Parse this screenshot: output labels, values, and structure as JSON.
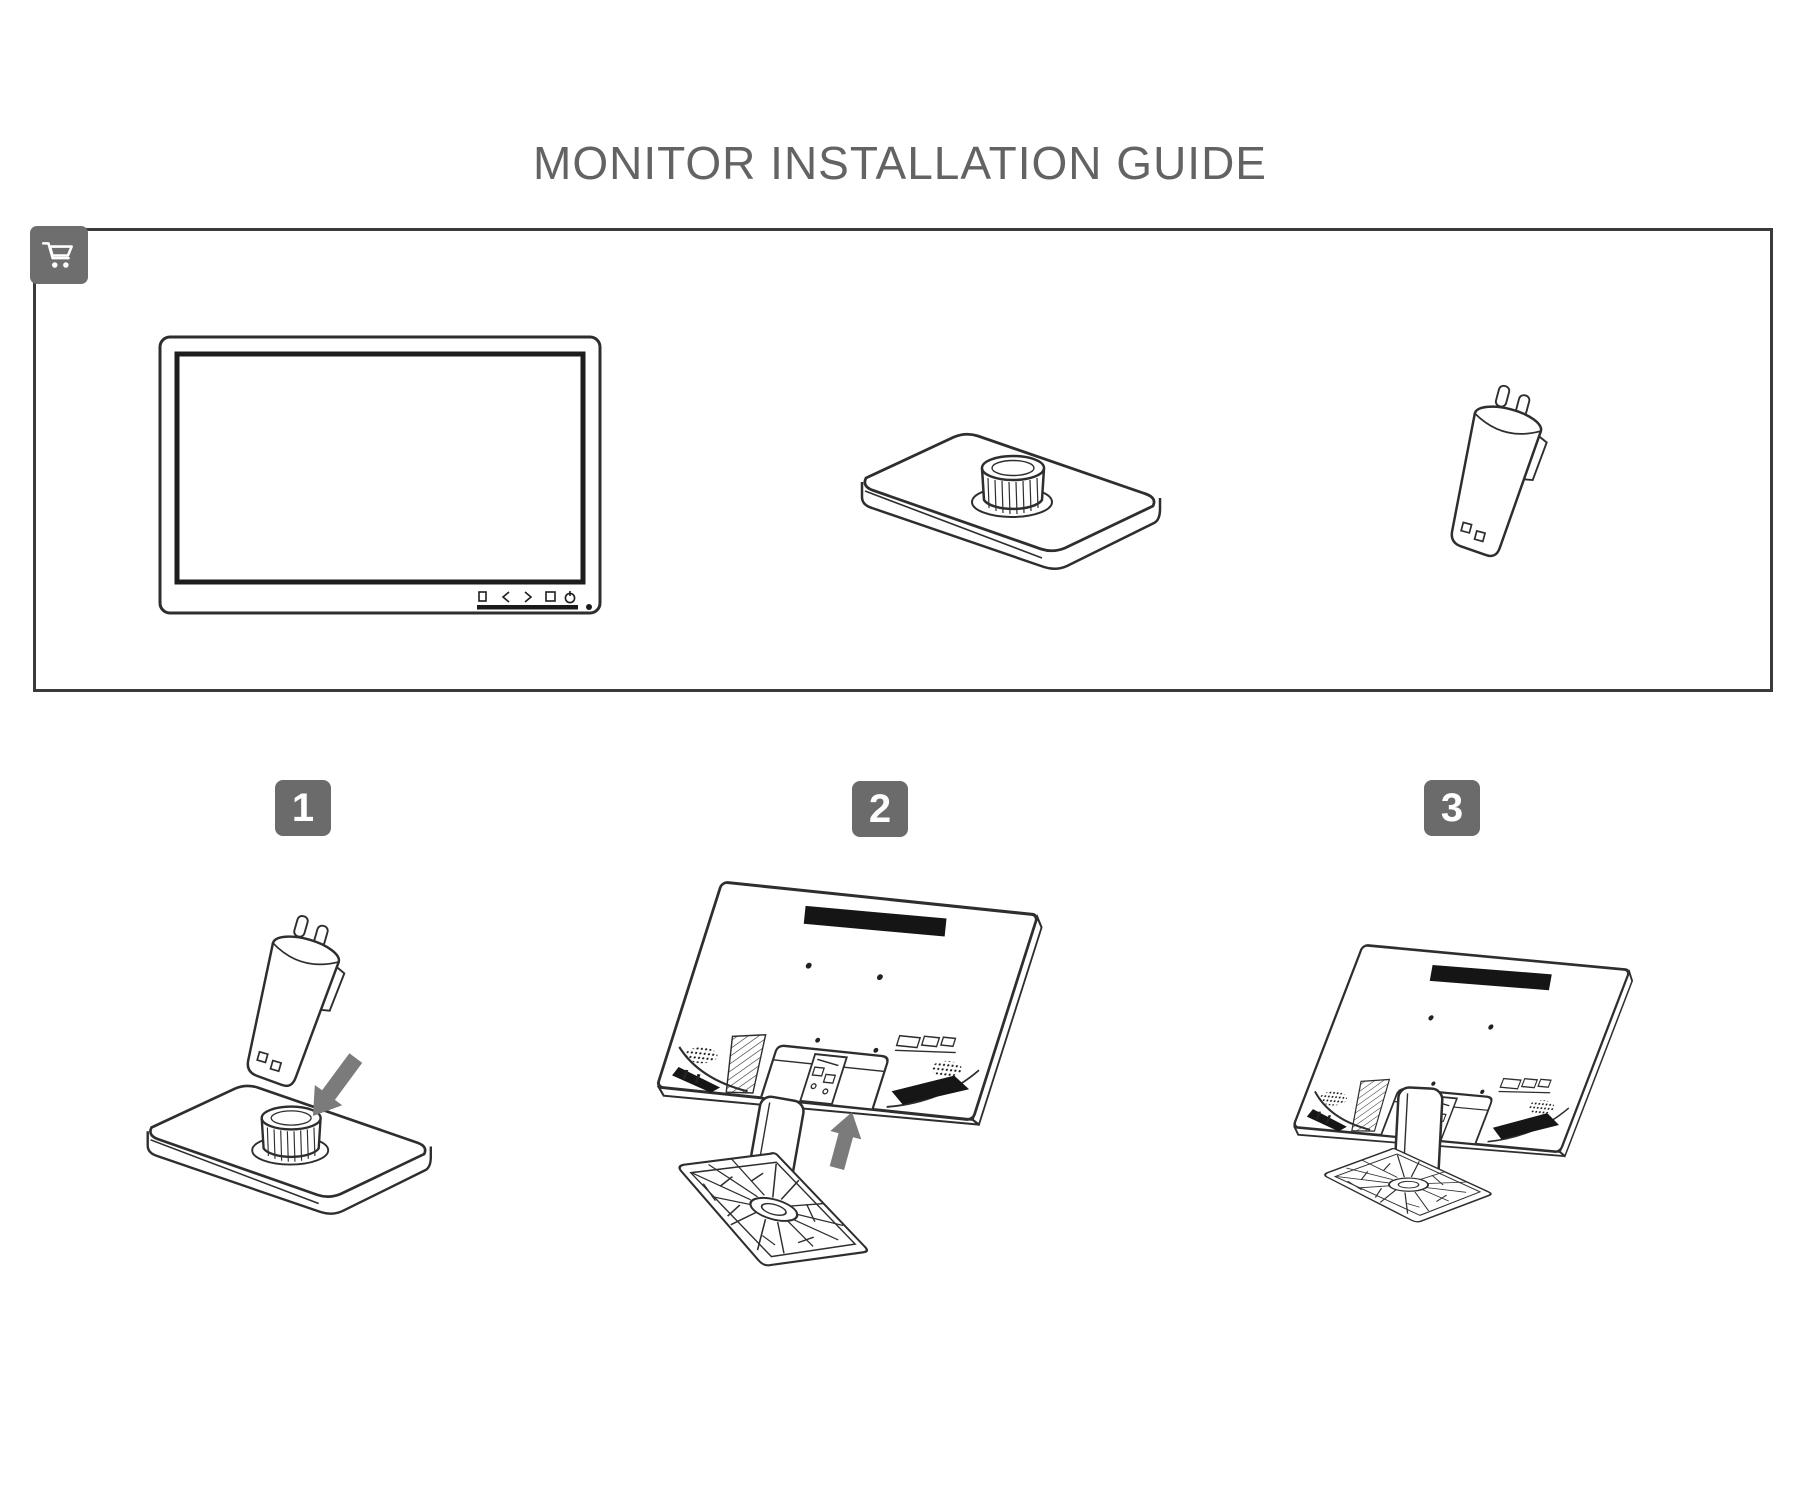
{
  "title": "MONITOR INSTALLATION GUIDE",
  "colors": {
    "line": "#2e2e2e",
    "accent_gray": "#6b6b6b",
    "arrow_gray": "#7b7b7b",
    "vent_black": "#151515",
    "title_gray": "#636363"
  },
  "parts_box": {
    "cart_icon": "shopping-cart-icon",
    "items": [
      "monitor-front",
      "stand-base",
      "stand-neck"
    ],
    "monitor_buttons": [
      "menu-icon",
      "left-arrow-icon",
      "right-arrow-icon",
      "auto-icon",
      "power-icon",
      "power-led-dot"
    ]
  },
  "steps": [
    {
      "number": "1",
      "arrow_icon": "arrow-down-left-icon"
    },
    {
      "number": "2",
      "arrow_icon": "arrow-up-icon"
    },
    {
      "number": "3"
    }
  ]
}
